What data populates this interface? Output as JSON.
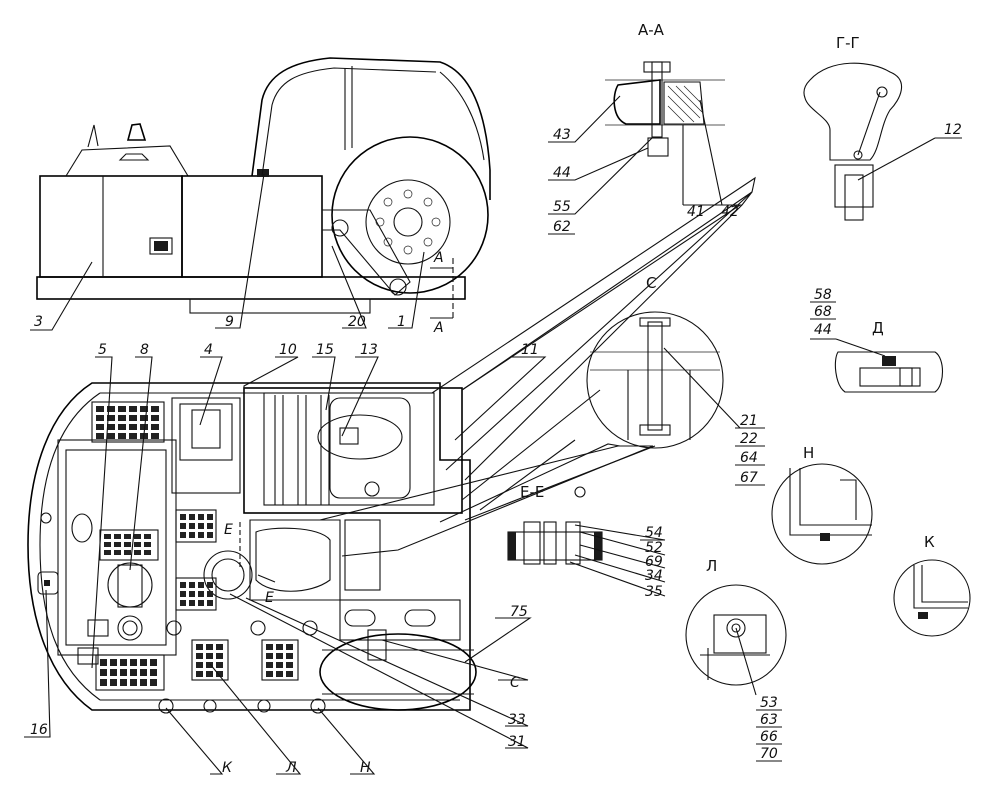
{
  "sections": {
    "aa": "А-А",
    "gg": "Г-Г",
    "c": "С",
    "d": "Д",
    "n": "Н",
    "k": "К",
    "l": "Л",
    "ee": "Е-Е",
    "a_mark_top": "А",
    "a_mark_bottom": "А",
    "e_mark_1": "Е",
    "e_mark_2": "Е"
  },
  "callouts": {
    "c1": "1",
    "c3": "3",
    "c4": "4",
    "c5": "5",
    "c8": "8",
    "c9": "9",
    "c10": "10",
    "c11": "11",
    "c12": "12",
    "c13": "13",
    "c15": "15",
    "c16": "16",
    "c20": "20",
    "c31": "31",
    "c33": "33",
    "c34": "34",
    "c35": "35",
    "c41": "41",
    "c42": "42",
    "c43": "43",
    "c44": "44",
    "c52": "52",
    "c54": "54",
    "c69": "69",
    "c75": "75",
    "c_label": "С",
    "k_label": "К",
    "l_label": "Л",
    "n_label": "Н"
  },
  "stacks": {
    "s55_62": [
      "55",
      "62"
    ],
    "s58_68_44": [
      "58",
      "68",
      "44"
    ],
    "s21": [
      "21",
      "22",
      "64",
      "67"
    ],
    "s53": [
      "53",
      "63",
      "66",
      "70"
    ]
  }
}
